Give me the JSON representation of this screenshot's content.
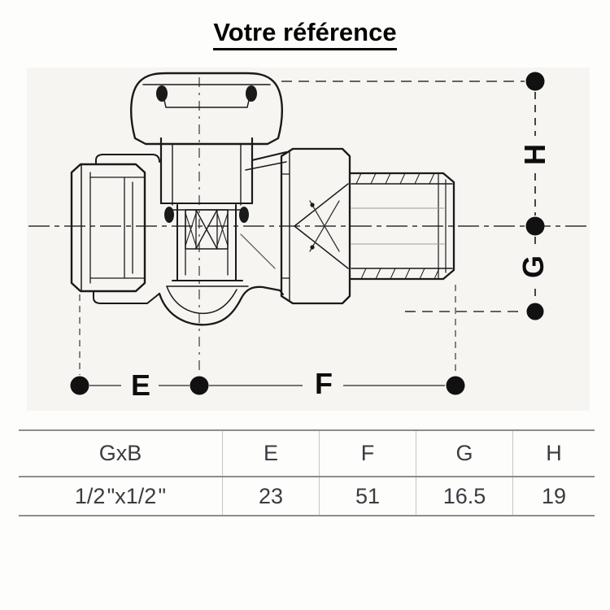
{
  "title": "Votre référence",
  "diagram": {
    "labels": {
      "E": "E",
      "F": "F",
      "G": "G",
      "H": "H"
    }
  },
  "table": {
    "headers": [
      "GxB",
      "E",
      "F",
      "G",
      "H"
    ],
    "row": [
      "1/2 \"x1/2 \"",
      "23",
      "51",
      "16.5",
      "19"
    ]
  },
  "colors": {
    "ink": "#1a1a1a",
    "label_ink": "#0d0d0d",
    "table_text": "#3b3b40",
    "table_rule": "#8d8d8d",
    "table_divider": "#c6c6c6",
    "paper": "#fdfdfc",
    "diagram_wash": "#f6f5f2",
    "dot": "#111111"
  }
}
